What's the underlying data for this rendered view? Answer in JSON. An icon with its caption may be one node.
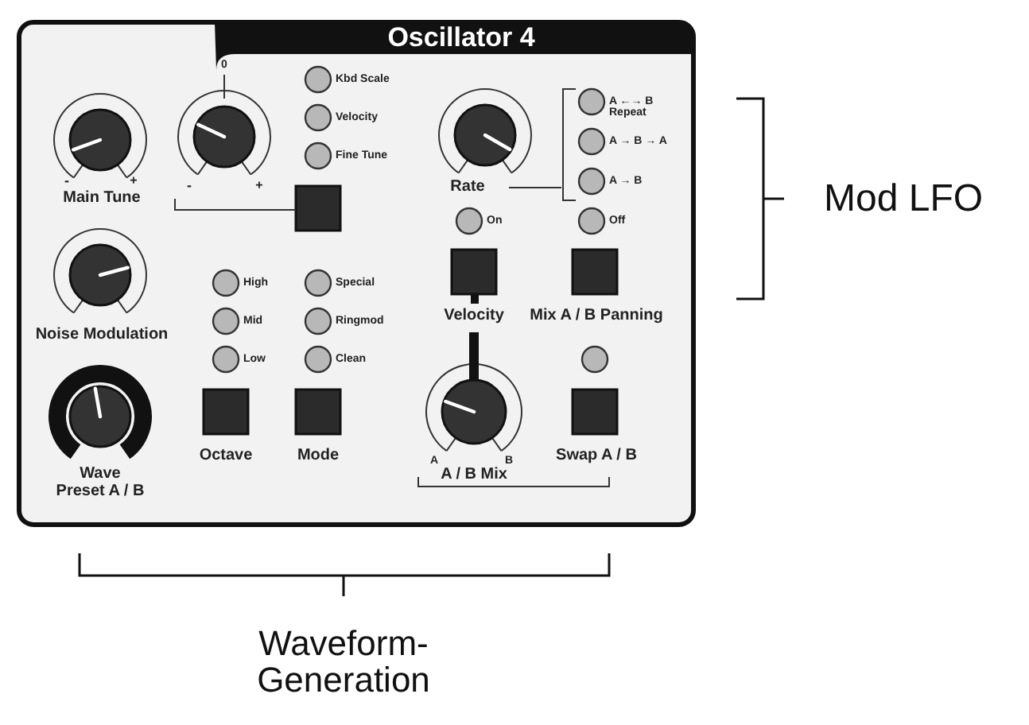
{
  "diagram": {
    "title": "Oscillator 4",
    "labels": [
      "0",
      "Kbd Scale",
      "Velocity",
      "Fine Tune",
      "A ←→ B Repeat",
      "A → B → A",
      "A → B",
      "Rate",
      "On",
      "Off",
      "-",
      "+",
      "Main Tune",
      "-",
      "+",
      "Velocity",
      "Mix A / B Panning",
      "High",
      "Special",
      "Mid",
      "Ringmod",
      "Low",
      "Clean",
      "Noise Modulation",
      "Octave",
      "Mode",
      "Swap A / B",
      "A",
      "B",
      "A / B Mix",
      "Wave Preset A / B",
      "Mod LFO",
      "Waveform-Generation"
    ]
  }
}
